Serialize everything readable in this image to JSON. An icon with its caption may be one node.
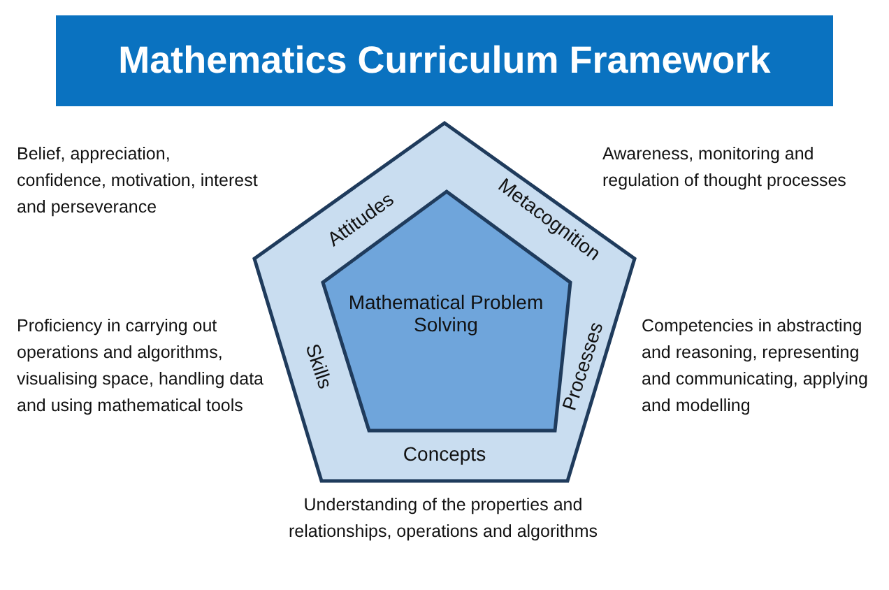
{
  "diagram": {
    "title": "Mathematics Curriculum Framework",
    "nodes": [
      {
        "text": [
          "Attitudes",
          "Metacognition",
          "Processes",
          "Concepts",
          "Skills"
        ]
      },
      {
        "text": [
          "Mathematical Problem Solving"
        ],
        "in": 0
      }
    ],
    "labels": [
      "Belief, appreciation, confidence, motivation, interest and perseverance",
      "Awareness, monitoring and regulation of thought processes",
      "Proficiency in carrying out operations and algorithms, visualising space, handling data and using mathematical tools",
      "Competencies in abstracting and reasoning, representing and communicating, applying and modelling",
      "Understanding of the properties and relationships, operations and algorithms"
    ]
  }
}
